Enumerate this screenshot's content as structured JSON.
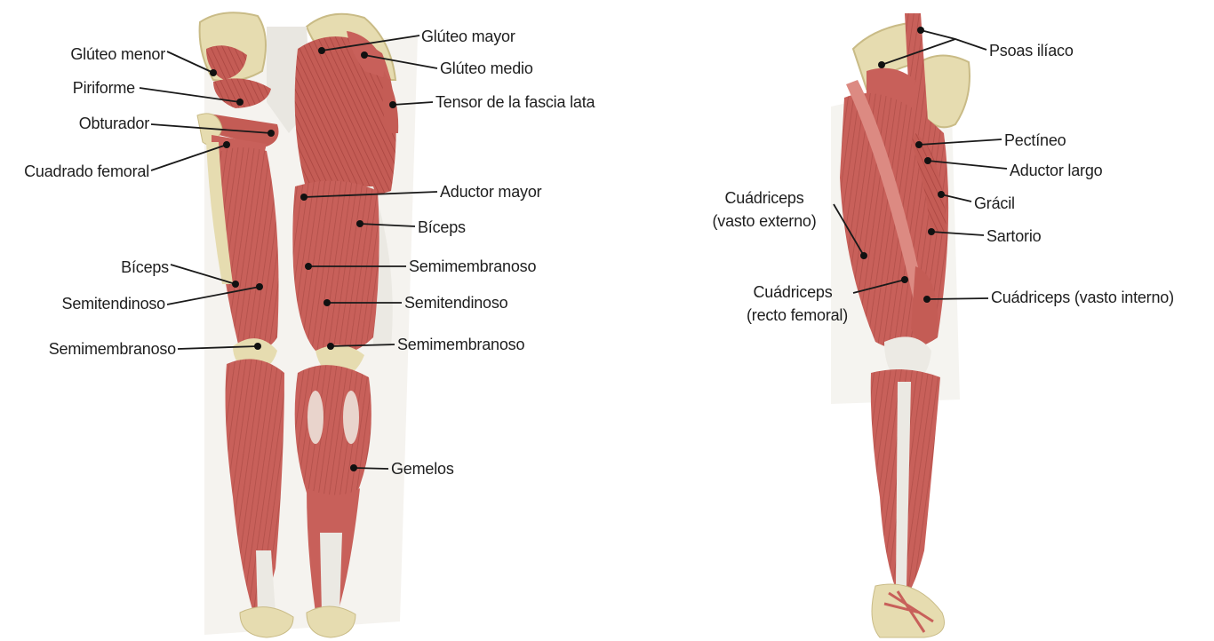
{
  "labels": {
    "gluteo_menor": "Glúteo menor",
    "piriforme": "Piriforme",
    "obturador": "Obturador",
    "cuadrado_femoral": "Cuadrado femoral",
    "biceps_left": "Bíceps",
    "semitendinoso_left": "Semitendinoso",
    "semimembranoso_left": "Semimembranoso",
    "gluteo_mayor": "Glúteo mayor",
    "gluteo_medio": "Glúteo medio",
    "tensor": "Tensor de la fascia lata",
    "aductor_mayor": "Aductor mayor",
    "biceps_right": "Bíceps",
    "semimembranoso_mid": "Semimembranoso",
    "semitendinoso_mid": "Semitendinoso",
    "semimembranoso_low": "Semimembranoso",
    "gemelos": "Gemelos",
    "psoas": "Psoas ilíaco",
    "pectineo": "Pectíneo",
    "aductor_largo": "Aductor largo",
    "gracil": "Grácil",
    "sartorio": "Sartorio",
    "cuad_externo_1": "Cuádriceps",
    "cuad_externo_2": "(vasto externo)",
    "cuad_recto_1": "Cuádriceps",
    "cuad_recto_2": "(recto femoral)",
    "cuad_interno": "Cuádriceps (vasto interno)"
  },
  "colors": {
    "muscle": "#c8605a",
    "muscle_dark": "#a8443f",
    "muscle_light": "#dc8a82",
    "tendon": "#e8e6e0",
    "bone": "#e6dcb0",
    "bone_shade": "#c9bb86",
    "leader": "#1a1a1a"
  }
}
